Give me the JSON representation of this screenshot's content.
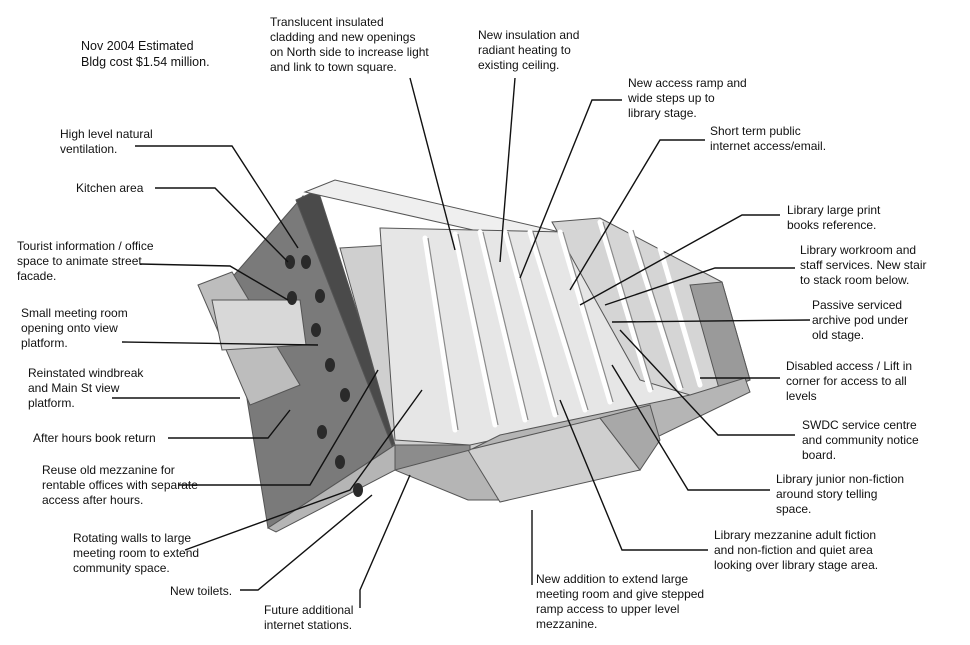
{
  "estimate_note": "Nov 2004 Estimated\nBldg cost $1.54 million.",
  "colors": {
    "ink": "#111111",
    "paper": "#ffffff",
    "model_light": "#e4e4e4",
    "model_mid": "#bdbdbd",
    "model_dark": "#6e6e6e"
  },
  "callouts": {
    "translucent_cladding": "Translucent insulated\ncladding and new openings\non North side to increase light\nand link to town square.",
    "new_insulation": "New insulation and\nradiant heating to\nexisting ceiling.",
    "access_ramp": "New access ramp and\nwide steps up to\nlibrary stage.",
    "internet_access": "Short term public\ninternet access/email.",
    "large_print": "Library large print\nbooks reference.",
    "workroom": "Library workroom and\nstaff services. New stair\nto stack room below.",
    "archive_pod": "Passive serviced\narchive pod under\nold stage.",
    "disabled_access": "Disabled access / Lift in\ncorner for access to all\nlevels",
    "swdc_centre": "SWDC service centre\nand community notice\nboard.",
    "junior_nonfiction": "Library junior non-fiction\naround story telling\nspace.",
    "mezzanine_adult": "Library mezzanine adult fiction\nand non-fiction and quiet area\nlooking over library stage area.",
    "new_addition": "New addition to extend large\nmeeting room and give  stepped\nramp access to upper level\nmezzanine.",
    "future_internet": "Future additional\ninternet stations.",
    "new_toilets": "New toilets.",
    "rotating_walls": "Rotating walls to large\nmeeting room to extend\ncommunity space.",
    "reuse_mezzanine": "Reuse old mezzanine for\nrentable offices with separate\naccess after hours.",
    "book_return": "After hours book return",
    "windbreak": "Reinstated windbreak\nand Main St view\nplatform.",
    "meeting_room": "Small meeting room\nopening onto view\nplatform.",
    "tourist_info": "Tourist information / office\nspace to animate street\nfacade.",
    "kitchen": "Kitchen area",
    "ventilation": "High level natural\nventilation."
  }
}
